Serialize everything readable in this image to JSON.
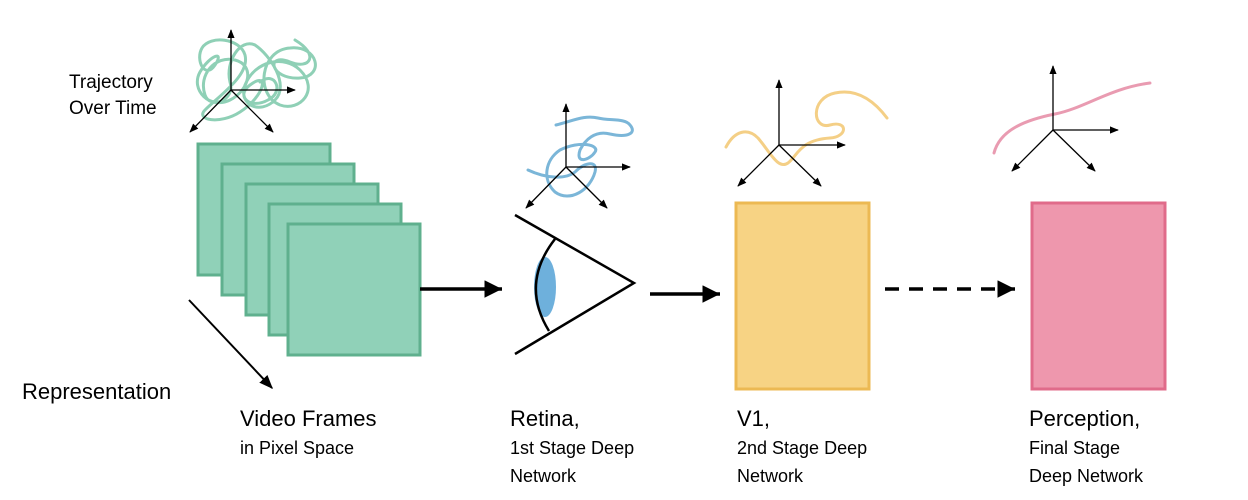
{
  "colors": {
    "frames_fill": "#90d1b8",
    "frames_stroke": "#5fb08e",
    "retina_lens": "#6eb0dc",
    "retina_curve": "#7bb6d8",
    "v1_fill": "#f7d384",
    "v1_stroke": "#ecb953",
    "perception_fill": "#ee97ad",
    "perception_stroke": "#e06b8a",
    "pixel_trajectory": "#8fd0b6",
    "arrow": "#000000"
  },
  "labels": {
    "trajectory_line1": "Trajectory",
    "trajectory_line2": "Over Time",
    "representation": "Representation"
  },
  "stages": [
    {
      "title": "Video Frames",
      "subtitle_lines": [
        "in Pixel Space"
      ]
    },
    {
      "title": "Retina,",
      "subtitle_lines": [
        "1st Stage Deep",
        "Network"
      ]
    },
    {
      "title": "V1,",
      "subtitle_lines": [
        "2nd Stage Deep",
        "Network"
      ]
    },
    {
      "title": "Perception,",
      "subtitle_lines": [
        "Final Stage",
        "Deep Network"
      ]
    }
  ],
  "connections": [
    {
      "from": "Video Frames",
      "to": "Retina",
      "style": "solid"
    },
    {
      "from": "Retina",
      "to": "V1",
      "style": "solid"
    },
    {
      "from": "V1",
      "to": "Perception",
      "style": "dashed"
    }
  ]
}
